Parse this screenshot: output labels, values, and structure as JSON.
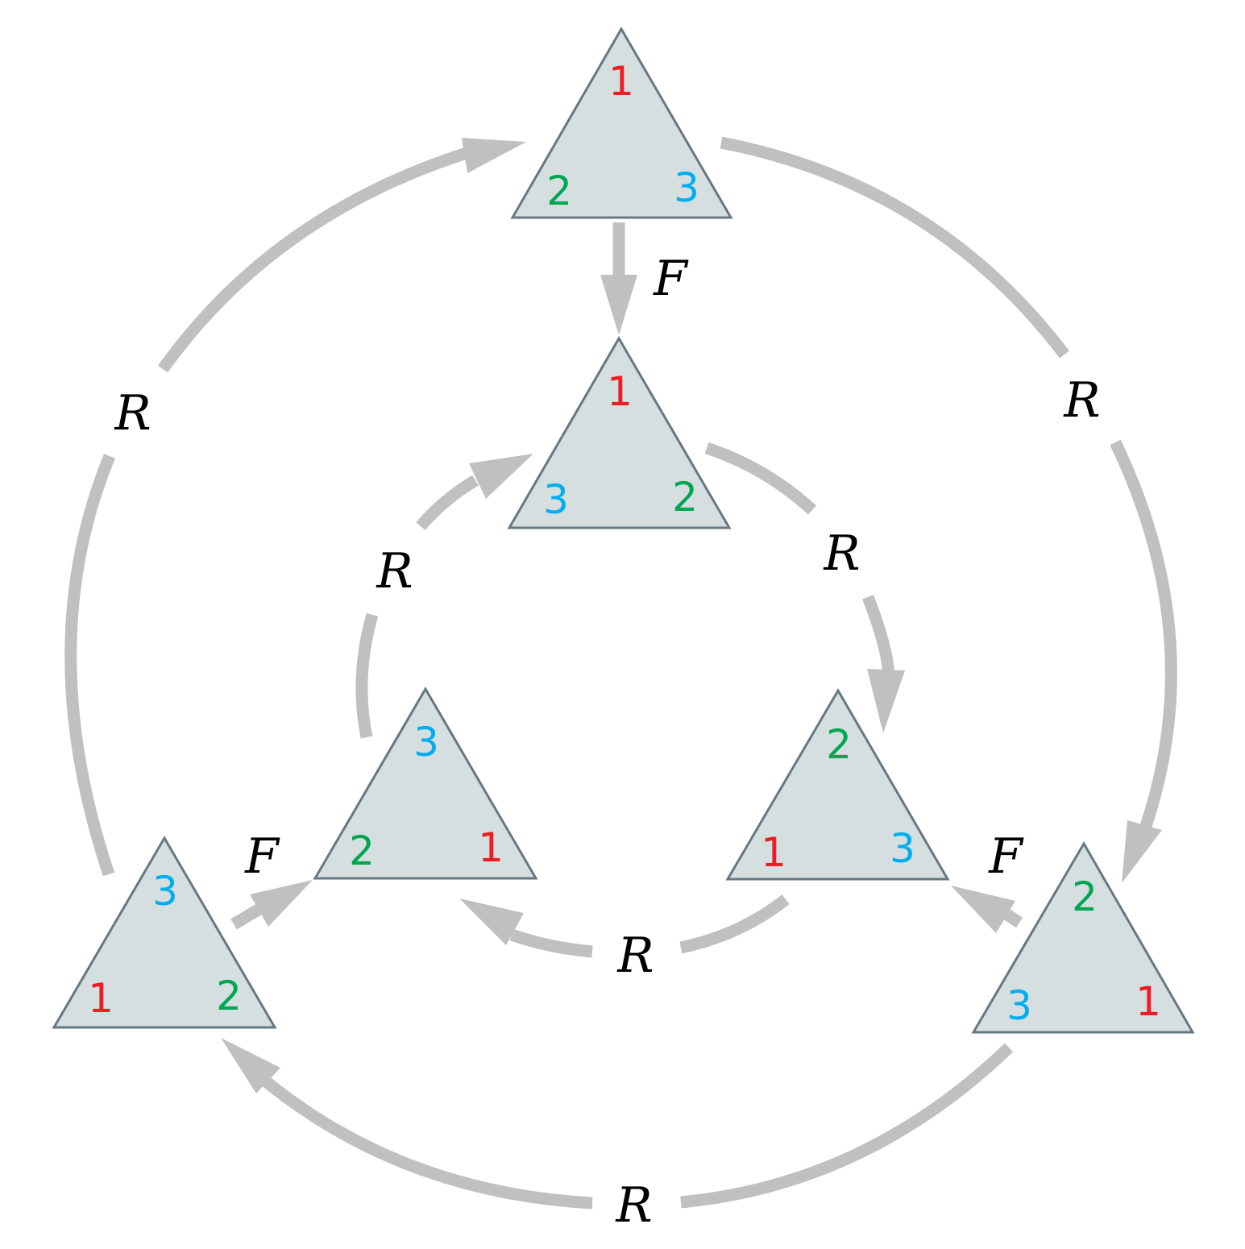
{
  "colors": {
    "label_1": "#ee1c25",
    "label_2": "#00a651",
    "label_3": "#00aeef",
    "triangle_fill": "#d6dfe0",
    "triangle_stroke": "#667880",
    "arrow": "#c0c0c0"
  },
  "operations": {
    "rotation": "R",
    "flip": "F"
  },
  "triangles": {
    "outer_top": {
      "apex": "1",
      "left": "2",
      "right": "3"
    },
    "inner_top": {
      "apex": "1",
      "left": "3",
      "right": "2"
    },
    "inner_left": {
      "apex": "3",
      "left": "2",
      "right": "1"
    },
    "inner_right": {
      "apex": "2",
      "left": "1",
      "right": "3"
    },
    "outer_left": {
      "apex": "3",
      "left": "1",
      "right": "2"
    },
    "outer_right": {
      "apex": "2",
      "left": "3",
      "right": "1"
    }
  }
}
